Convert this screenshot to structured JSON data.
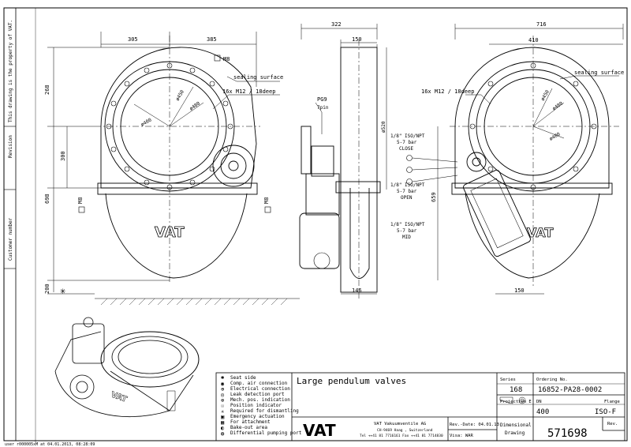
{
  "left_margin": {
    "property_notice": "This drawing is the property of VAT.",
    "revision": "Revision",
    "customer_number": "Customer number"
  },
  "footer": {
    "print_stamp": "user  r000005xM  at  04.01.2013,  08:28:09"
  },
  "views": {
    "front": {
      "dim_left": "305",
      "dim_right": "385",
      "dim_top": "268",
      "dim_mid": "300",
      "dim_total": "698",
      "dim_bottom": "200",
      "m8_top": "M8",
      "m8_left": "M8",
      "m8_right": "M8",
      "sealing": "sealing surface",
      "thread": "16x M12 / 18deep",
      "d450": "ø450",
      "d480": "ø480",
      "d400": "ø400",
      "logo": "VAT"
    },
    "side": {
      "dim_width": "322",
      "dim_upper": "150",
      "dim_lower": "146",
      "connector": "PG9",
      "connector_pins": "7pin",
      "d520": "ø520",
      "port_close": [
        "1/8\" ISO/NPT",
        "5-7 bar",
        "CLOSE"
      ],
      "port_open": [
        "1/8\" ISO/NPT",
        "5-7 bar",
        "OPEN"
      ],
      "port_mid": [
        "1/8\" ISO/NPT",
        "5-7 bar",
        "MID"
      ]
    },
    "back": {
      "dim_total": "716",
      "dim_width": "410",
      "dim_bottom": "150",
      "dim_height": "659",
      "sealing": "sealing surface",
      "thread": "16x M12 / 18deep",
      "d450": "ø450",
      "d480": "ø480",
      "d400": "ø400",
      "logo": "VAT"
    }
  },
  "legend": [
    "Seat side",
    "Comp. air connection",
    "Electrical connection",
    "Leak detection port",
    "Mech. pos. indication",
    "Position indicator",
    "Required for dismantling",
    "Emergency actuation",
    "For attachment",
    "Bake-out area",
    "Differential pumping port"
  ],
  "title_block": {
    "title": "Large pendulum valves",
    "company": "VAT Vakuumventile AG",
    "address": "CH-9469 Haag , Switzerland",
    "phone": "Tel ++41 81 7716161 Fax ++41 81 7714830",
    "logo": "VAT",
    "rev_date": "Rev.-Date: 04.01.13",
    "visa": "Visa: WAR",
    "series_label": "Series",
    "series_value": "168",
    "ordering_label": "Ordering No.",
    "ordering_value": "16852-PA28-0002",
    "projection_label": "Projection E",
    "dn_label": "DN",
    "dn_value": "400",
    "flange_label": "Flange",
    "flange_value": "ISO-F",
    "dim_drawing": [
      "Dimensional",
      "Drawing"
    ],
    "drawing_no": "571698",
    "rev_label": "Rev."
  }
}
